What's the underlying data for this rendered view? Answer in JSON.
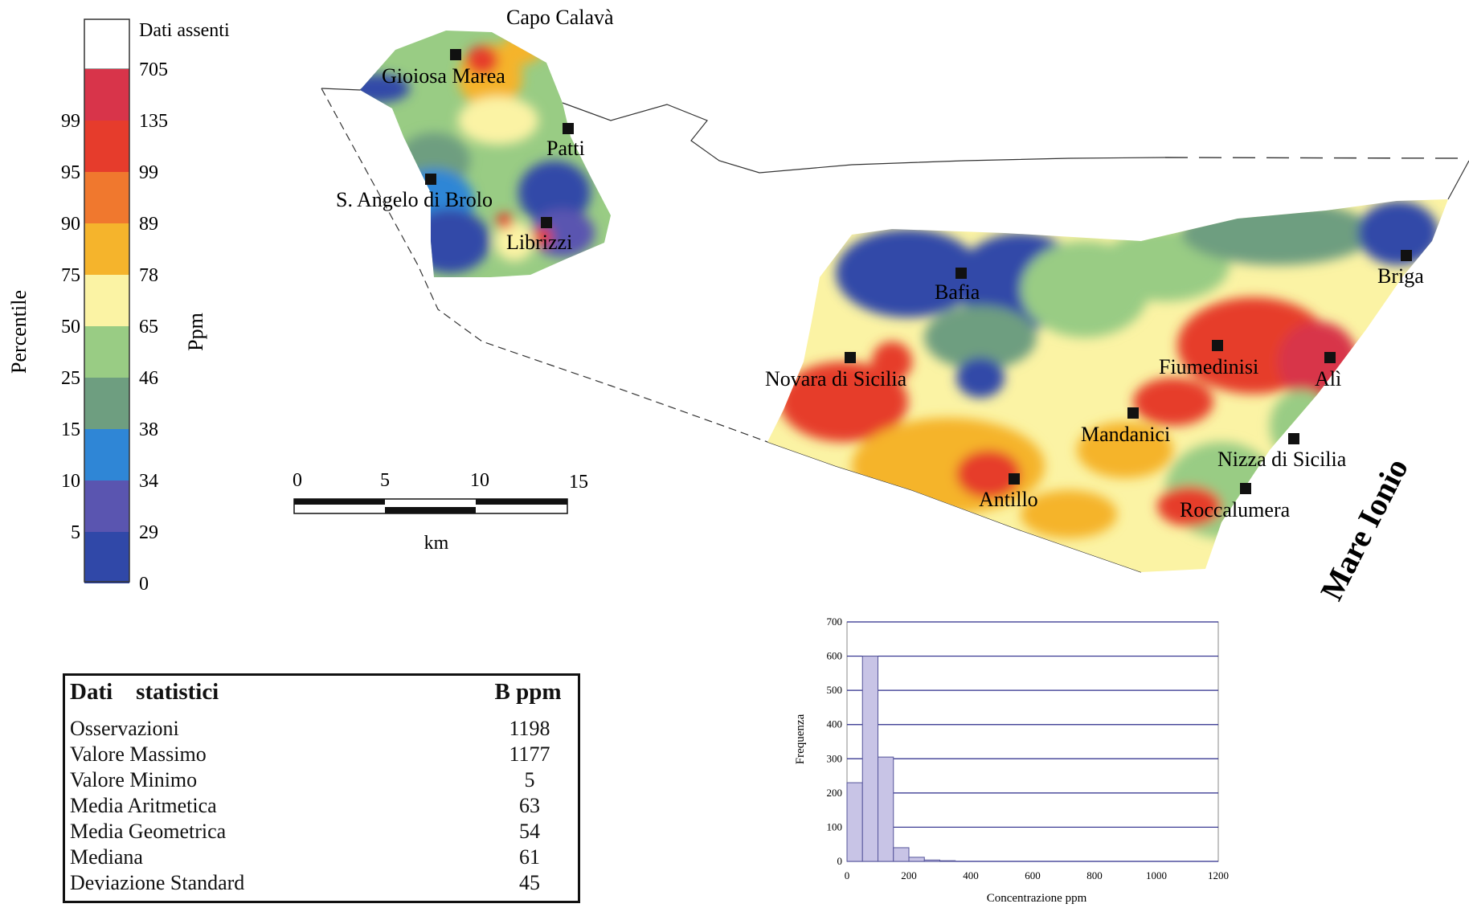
{
  "legend": {
    "missing_label": "Dati assenti",
    "percentile_title": "Percentile",
    "ppm_title": "Ppm",
    "ppm_values": [
      "705",
      "135",
      "99",
      "89",
      "78",
      "65",
      "46",
      "38",
      "34",
      "29",
      "0"
    ],
    "percentile_values": [
      "99",
      "95",
      "90",
      "75",
      "50",
      "25",
      "15",
      "10",
      "5"
    ],
    "classes": [
      {
        "color": "#d8344a"
      },
      {
        "color": "#e63c2c"
      },
      {
        "color": "#f0782e"
      },
      {
        "color": "#f5b42c"
      },
      {
        "color": "#fbf3a4"
      },
      {
        "color": "#99cc84"
      },
      {
        "color": "#6e9e80"
      },
      {
        "color": "#2f86d6"
      },
      {
        "color": "#5a55b0"
      },
      {
        "color": "#3048a8"
      }
    ]
  },
  "places": [
    {
      "name": "Capo Calavà"
    },
    {
      "name": "Gioiosa Marea"
    },
    {
      "name": "Patti"
    },
    {
      "name": "S. Angelo di Brolo"
    },
    {
      "name": "Librizzi"
    },
    {
      "name": "Bafia"
    },
    {
      "name": "Briga"
    },
    {
      "name": "Fiumedinisi"
    },
    {
      "name": "Alì"
    },
    {
      "name": "Novara di Sicilia"
    },
    {
      "name": "Mandanici"
    },
    {
      "name": "Nizza di Sicilia"
    },
    {
      "name": "Antillo"
    },
    {
      "name": "Roccalumera"
    }
  ],
  "sea_label": "Mare Ionio",
  "scale_bar": {
    "ticks": [
      "0",
      "5",
      "10",
      "15"
    ],
    "unit": "km"
  },
  "stats": {
    "title": "Dati    statistici",
    "column": "B  ppm",
    "rows": [
      {
        "label": "Osservazioni",
        "value": "1198"
      },
      {
        "label": "Valore Massimo",
        "value": "1177"
      },
      {
        "label": "Valore Minimo",
        "value": "5"
      },
      {
        "label": "Media Aritmetica",
        "value": "63"
      },
      {
        "label": "Media Geometrica",
        "value": "54"
      },
      {
        "label": "Mediana",
        "value": "61"
      },
      {
        "label": "Deviazione Standard",
        "value": "45"
      }
    ]
  },
  "histogram": {
    "xlabel": "Concentrazione ppm",
    "ylabel": "Frequenza",
    "xticks": [
      "0",
      "200",
      "400",
      "600",
      "800",
      "1000",
      "1200"
    ],
    "yticks": [
      "0",
      "100",
      "200",
      "300",
      "400",
      "500",
      "600",
      "700"
    ],
    "xlim": [
      0,
      1200
    ],
    "ylim": [
      0,
      700
    ],
    "bin_width": 50,
    "bins": [
      0,
      50,
      100,
      150,
      200,
      250,
      300
    ],
    "counts": [
      230,
      600,
      305,
      40,
      12,
      4,
      2
    ],
    "bar_color": "#c8c4e6",
    "grid_color": "#2a2a8a"
  }
}
